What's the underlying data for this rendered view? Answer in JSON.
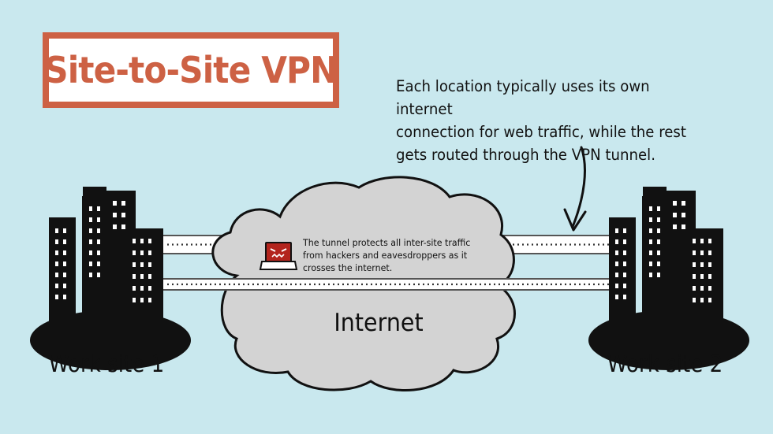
{
  "title": "Site-to-Site VPN",
  "annotation": {
    "lines": [
      "Each location typically uses its own internet",
      "connection for web traffic, while the rest",
      "gets routed through the VPN tunnel."
    ]
  },
  "tunnel_note": {
    "lines": [
      "The tunnel protects all inter-site traffic",
      "from hackers and eavesdroppers as it",
      "crosses the internet."
    ]
  },
  "cloud_label": "Internet",
  "sites": [
    {
      "label": "Work site 1"
    },
    {
      "label": "Work site 2"
    }
  ],
  "icons": {
    "cloud": "cloud-icon",
    "hacker": "angry-laptop-icon",
    "buildings": "office-buildings-icon",
    "arrow": "hand-drawn-arrow-icon"
  },
  "colors": {
    "background": "#c9e8ee",
    "accent": "#cd6144",
    "cloud": "#d3d3d3",
    "building": "#111111",
    "laptop_screen": "#b3241d"
  }
}
